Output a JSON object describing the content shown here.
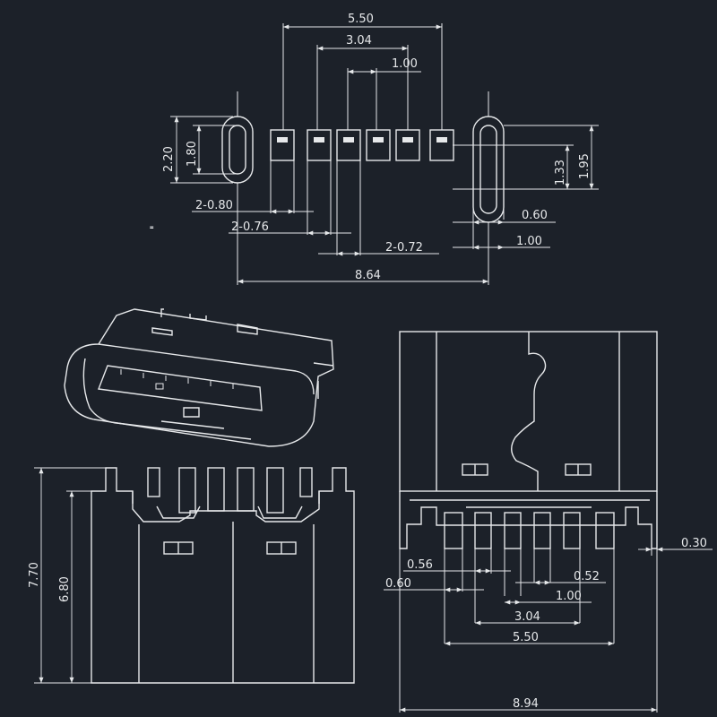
{
  "colors": {
    "background": "#1c2129",
    "line": "#e6e8ea"
  },
  "top_view": {
    "d_5_50": "5.50",
    "d_3_04": "3.04",
    "d_1_00_top": "1.00",
    "d_2_20": "2.20",
    "d_1_80": "1.80",
    "d_1_33": "1.33",
    "d_1_95": "1.95",
    "d_2_080": "2-0.80",
    "d_2_076": "2-0.76",
    "d_2_072": "2-0.72",
    "d_0_60": "0.60",
    "d_1_00_right": "1.00",
    "d_8_64": "8.64"
  },
  "side_view": {
    "d_7_70": "7.70",
    "d_6_80": "6.80"
  },
  "front_view": {
    "d_0_30": "0.30",
    "d_0_56": "0.56",
    "d_0_60": "0.60",
    "d_0_52": "0.52",
    "d_1_00": "1.00",
    "d_3_04": "3.04",
    "d_5_50": "5.50",
    "d_8_94": "8.94"
  }
}
